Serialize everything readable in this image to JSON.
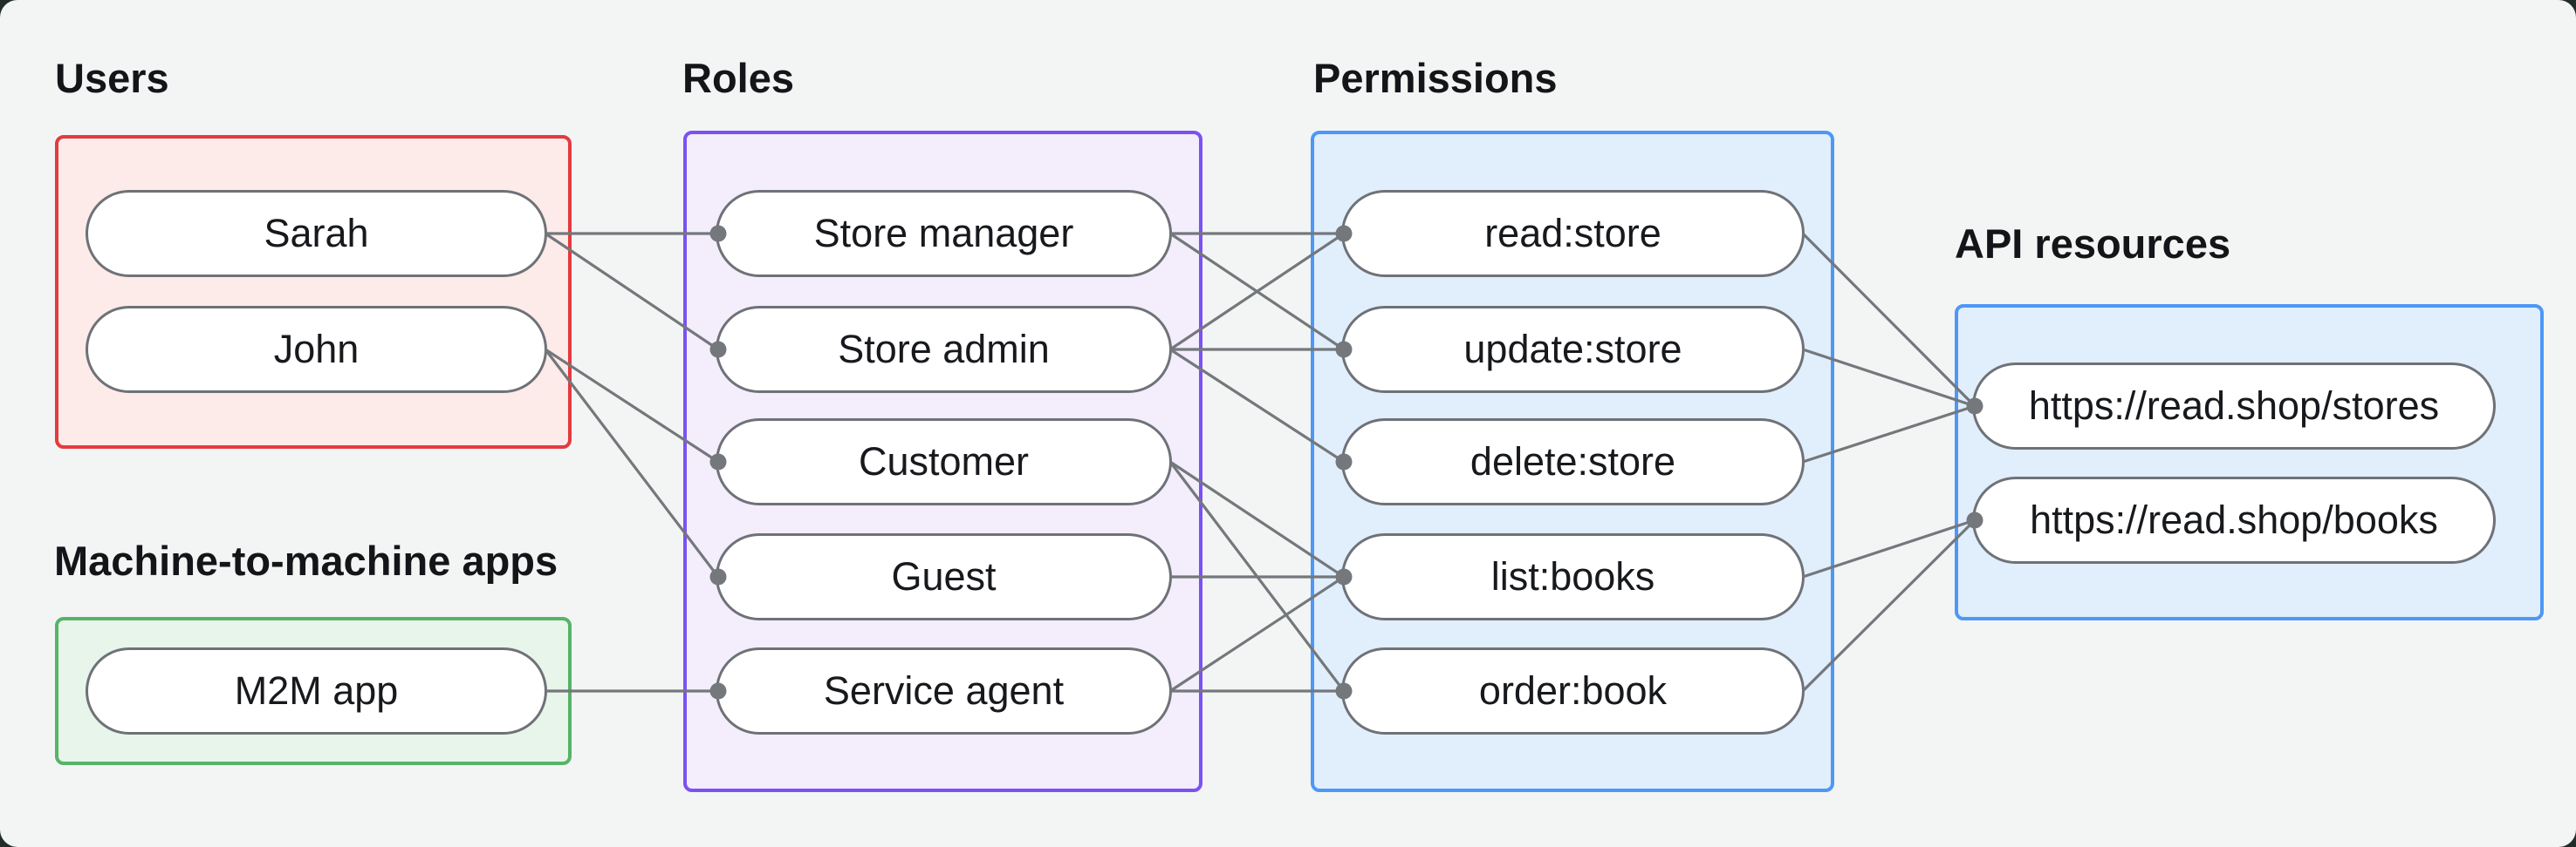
{
  "diagram": {
    "description": "RBAC diagram linking users and machine-to-machine apps to roles, roles to permissions, and permissions to API resources"
  },
  "groups": {
    "users": {
      "label": "Users",
      "nodes": [
        {
          "id": "sarah",
          "label": "Sarah"
        },
        {
          "id": "john",
          "label": "John"
        }
      ]
    },
    "m2m_apps": {
      "label": "Machine-to-machine apps",
      "nodes": [
        {
          "id": "m2m",
          "label": "M2M app"
        }
      ]
    },
    "roles": {
      "label": "Roles",
      "nodes": [
        {
          "id": "store-manager",
          "label": "Store manager"
        },
        {
          "id": "store-admin",
          "label": "Store admin"
        },
        {
          "id": "customer",
          "label": "Customer"
        },
        {
          "id": "guest",
          "label": "Guest"
        },
        {
          "id": "service-agent",
          "label": "Service agent"
        }
      ]
    },
    "permissions": {
      "label": "Permissions",
      "nodes": [
        {
          "id": "read-store",
          "label": "read:store"
        },
        {
          "id": "update-store",
          "label": "update:store"
        },
        {
          "id": "delete-store",
          "label": "delete:store"
        },
        {
          "id": "list-books",
          "label": "list:books"
        },
        {
          "id": "order-book",
          "label": "order:book"
        }
      ]
    },
    "api_resources": {
      "label": "API resources",
      "nodes": [
        {
          "id": "stores",
          "label": "https://read.shop/stores"
        },
        {
          "id": "books",
          "label": "https://read.shop/books"
        }
      ]
    }
  },
  "edges": [
    [
      "sarah",
      "store-manager"
    ],
    [
      "sarah",
      "store-admin"
    ],
    [
      "john",
      "customer"
    ],
    [
      "john",
      "guest"
    ],
    [
      "m2m",
      "service-agent"
    ],
    [
      "store-manager",
      "read-store"
    ],
    [
      "store-manager",
      "update-store"
    ],
    [
      "store-admin",
      "read-store"
    ],
    [
      "store-admin",
      "update-store"
    ],
    [
      "store-admin",
      "delete-store"
    ],
    [
      "customer",
      "list-books"
    ],
    [
      "customer",
      "order-book"
    ],
    [
      "guest",
      "list-books"
    ],
    [
      "service-agent",
      "list-books"
    ],
    [
      "service-agent",
      "order-book"
    ],
    [
      "read-store",
      "stores"
    ],
    [
      "update-store",
      "stores"
    ],
    [
      "delete-store",
      "stores"
    ],
    [
      "list-books",
      "books"
    ],
    [
      "order-book",
      "books"
    ]
  ],
  "colors": {
    "backdrop": "#232d27",
    "canvas_bg": "#f3f5f4",
    "edge": "#74777b",
    "node_border": "#6e7277",
    "node_fill": "#ffffff",
    "text": "#17191d",
    "users_border": "#e23b40",
    "users_fill": "#fcebe9",
    "roles_border": "#7a52f4",
    "roles_fill": "#f3edfc",
    "permissions_border": "#4e97f7",
    "permissions_fill": "#e1eefc",
    "m2m_border": "#57b368",
    "m2m_fill": "#e7f5ea"
  }
}
